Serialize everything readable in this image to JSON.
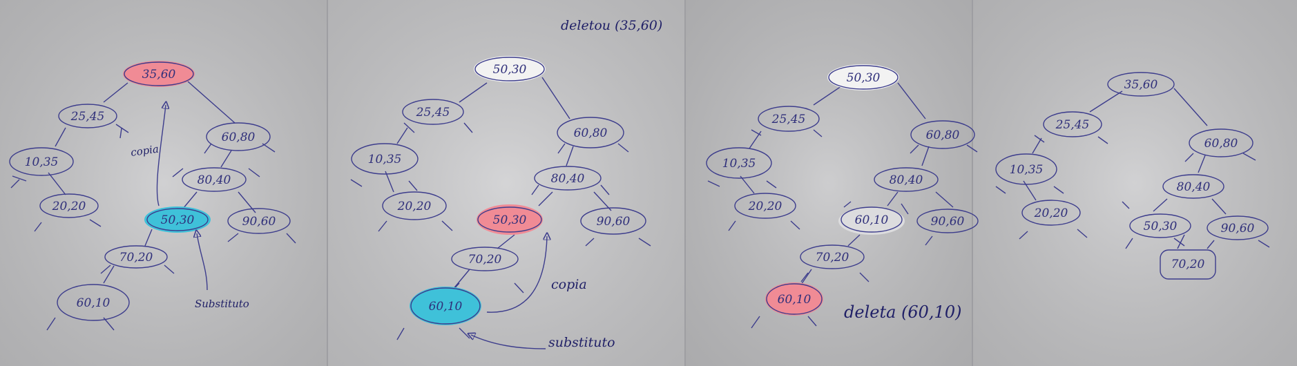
{
  "colors": {
    "highlight_deleted": "#f08b95",
    "highlight_substitute": "#3fc1d9",
    "highlight_white": "#f2f2f2",
    "ink": "#3c3c8c"
  },
  "panel1": {
    "nodes": {
      "root": "35,60",
      "n1": "25,45",
      "n2": "10,35",
      "n3": "20,20",
      "n4": "60,80",
      "n5": "80,40",
      "n6": "50,30",
      "n7": "90,60",
      "n8": "70,20",
      "n9": "60,10"
    },
    "label_copia": "copia",
    "label_substituto": "Substituto"
  },
  "panel2": {
    "title": "deletou (35,60)",
    "nodes": {
      "root": "50,30",
      "n1": "25,45",
      "n2": "10,35",
      "n3": "20,20",
      "n4": "60,80",
      "n5": "80,40",
      "n6": "50,30",
      "n7": "90,60",
      "n8": "70,20",
      "n9": "60,10"
    },
    "label_copia": "copia",
    "label_substituto": "substituto"
  },
  "panel3": {
    "nodes": {
      "root": "50,30",
      "n1": "25,45",
      "n2": "10,35",
      "n3": "20,20",
      "n4": "60,80",
      "n5": "80,40",
      "n6": "60,10",
      "n7": "90,60",
      "n8": "70,20",
      "n9": "60,10"
    },
    "label_deleta": "deleta (60,10)"
  },
  "panel4": {
    "nodes": {
      "root": "35,60",
      "n1": "25,45",
      "n2": "10,35",
      "n3": "20,20",
      "n4": "60,80",
      "n5": "80,40",
      "n6": "50,30",
      "n7": "90,60",
      "n8": "70,20"
    }
  }
}
